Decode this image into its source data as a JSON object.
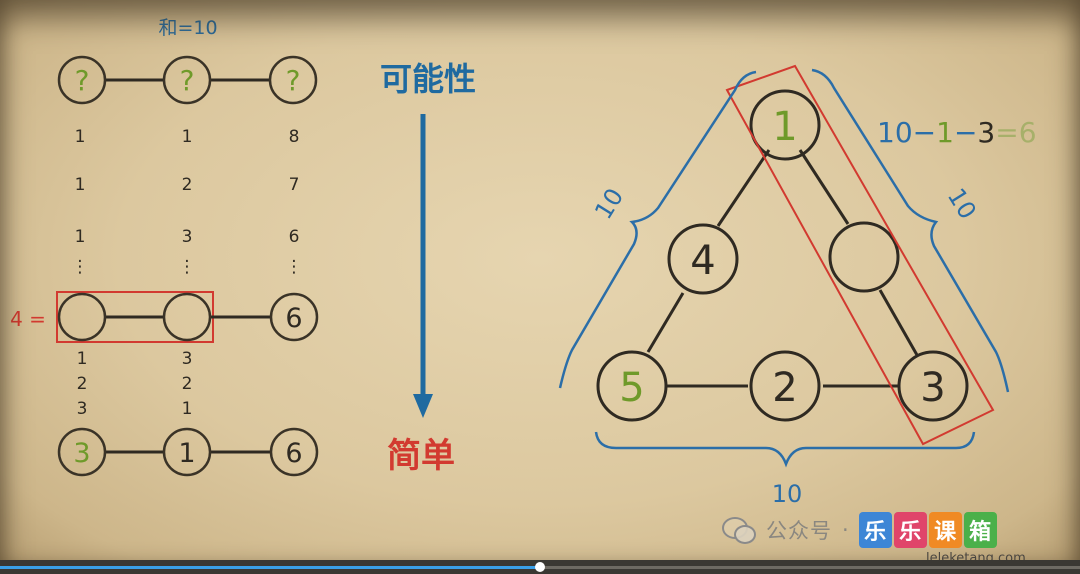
{
  "left_panel": {
    "sum_label": "和=10",
    "top_row": [
      "?",
      "?",
      "?"
    ],
    "possibility_rows": [
      [
        "1",
        "1",
        "8"
      ],
      [
        "1",
        "2",
        "7"
      ],
      [
        "1",
        "3",
        "6"
      ]
    ],
    "ellipsis": "⋮",
    "four_equals": "4 =",
    "middle_row_last": "6",
    "split_rows": [
      [
        "1",
        "3"
      ],
      [
        "2",
        "2"
      ],
      [
        "3",
        "1"
      ]
    ],
    "bottom_row": [
      "3",
      "1",
      "6"
    ]
  },
  "center": {
    "top_label": "可能性",
    "bottom_label": "简单"
  },
  "triangle": {
    "nodes": {
      "top": "1",
      "left_mid": "4",
      "right_mid": "",
      "bottom_left": "5",
      "bottom_mid": "2",
      "bottom_right": "3"
    },
    "left_side_sum": "10",
    "right_side_sum": "10",
    "bottom_sum": "10",
    "equation": {
      "p1": "10",
      "minus1": "−",
      "n1": "1",
      "minus2": "−",
      "n2": "3",
      "eq": "=",
      "result": "6"
    }
  },
  "watermark": {
    "account": "公众号",
    "dot": "·",
    "logo_chars": [
      "乐",
      "乐",
      "课",
      "箱"
    ],
    "url": "leleketang.com"
  },
  "player": {
    "progress": 0.5
  }
}
